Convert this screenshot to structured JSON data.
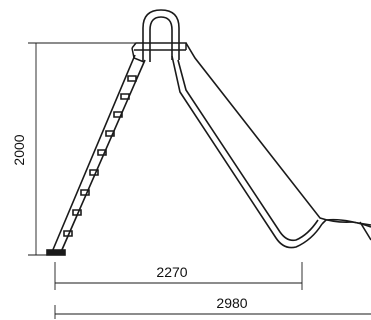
{
  "dimensions": {
    "height": "2000",
    "ladder_base": "2270",
    "overall_length": "2980"
  },
  "colors": {
    "ink": "#1a1a1a",
    "background": "#ffffff"
  }
}
